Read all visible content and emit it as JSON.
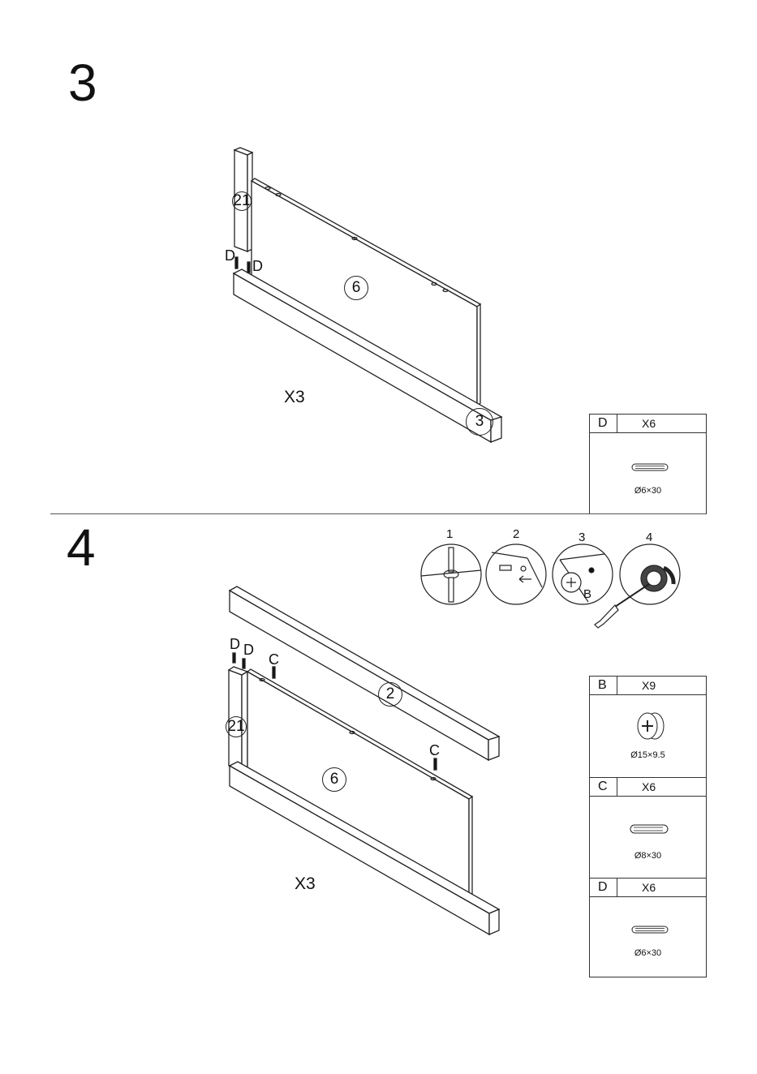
{
  "steps": {
    "step3": {
      "number": "3",
      "multiplier": "X3",
      "labels": {
        "part21": "21",
        "part6": "6",
        "part3": "3",
        "dowel_a": "D",
        "dowel_b": "D"
      },
      "hardware": [
        {
          "letter": "D",
          "qty": "X6",
          "size": "Ø6×30",
          "icon": "dowel-icon"
        }
      ]
    },
    "step4": {
      "number": "4",
      "multiplier": "X3",
      "labels": {
        "part21": "21",
        "part6": "6",
        "part2": "2",
        "dowel_a": "D",
        "dowel_b": "D",
        "cam_a": "C",
        "cam_b": "C"
      },
      "insets": [
        {
          "num": "1"
        },
        {
          "num": "2"
        },
        {
          "num": "3",
          "tag": "B"
        },
        {
          "num": "4"
        }
      ],
      "hardware": [
        {
          "letter": "B",
          "qty": "X9",
          "size": "Ø15×9.5",
          "icon": "cam-lock-icon"
        },
        {
          "letter": "C",
          "qty": "X6",
          "size": "Ø8×30",
          "icon": "cam-bolt-icon"
        },
        {
          "letter": "D",
          "qty": "X6",
          "size": "Ø6×30",
          "icon": "dowel-icon"
        }
      ]
    }
  }
}
